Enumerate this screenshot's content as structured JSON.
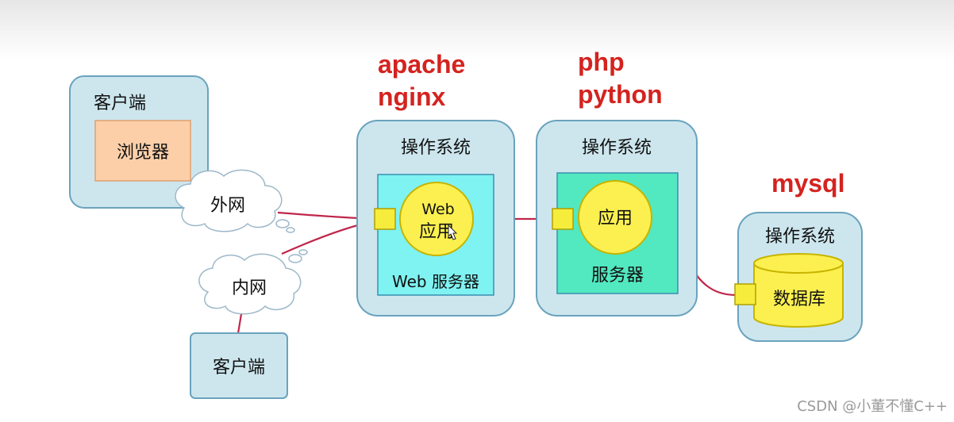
{
  "client_top": {
    "title": "客户端",
    "browser": "浏览器"
  },
  "cloud_external": "外网",
  "cloud_internal": "内网",
  "client_bottom": "客户端",
  "web_server": {
    "os": "操作系统",
    "app_line1": "Web",
    "app_line2": "应用",
    "server": "Web 服务器"
  },
  "app_server": {
    "os": "操作系统",
    "app": "应用",
    "server": "服务器"
  },
  "db_server": {
    "os": "操作系统",
    "db": "数据库"
  },
  "annotations": {
    "web_1": "apache",
    "web_2": "nginx",
    "app_1": "php",
    "app_2": "python",
    "db": "mysql"
  },
  "watermark": "CSDN @小董不懂C++"
}
